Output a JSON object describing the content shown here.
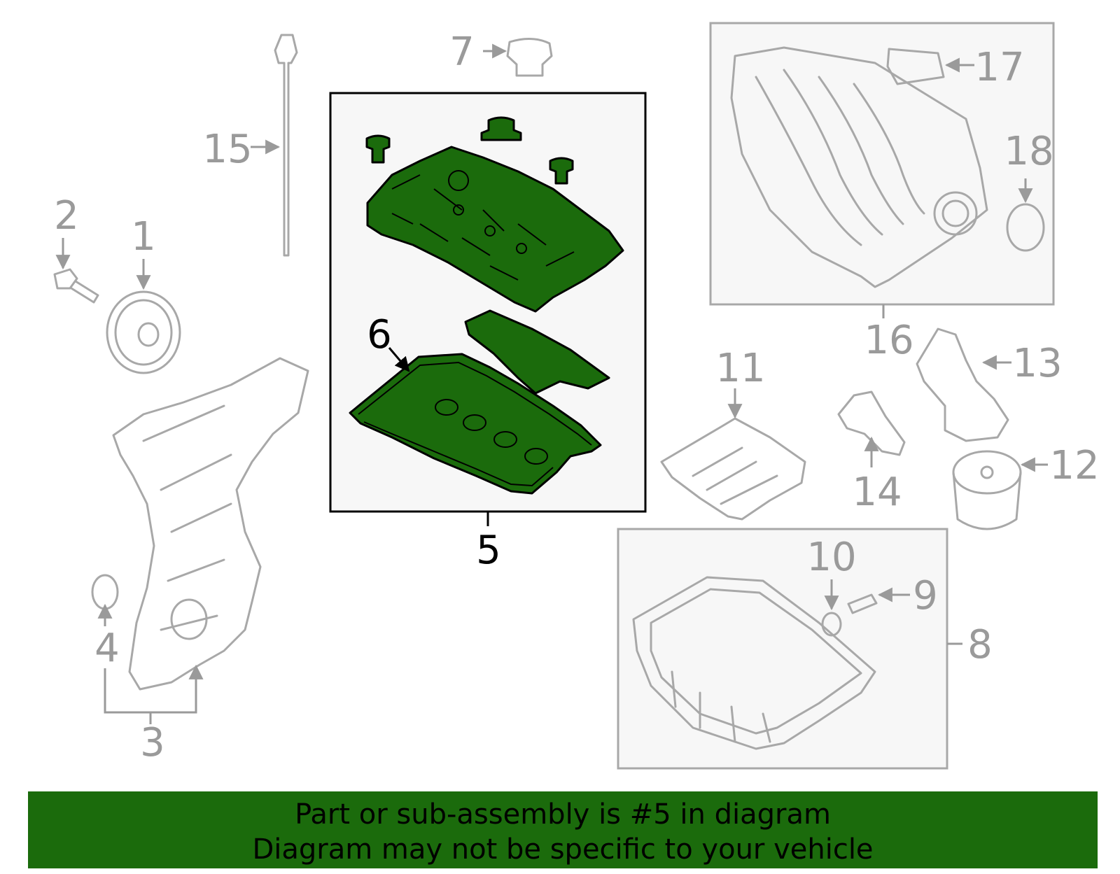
{
  "highlight_color": "#1b6b0c",
  "callouts": {
    "c1": "1",
    "c2": "2",
    "c3": "3",
    "c4": "4",
    "c5": "5",
    "c6": "6",
    "c7": "7",
    "c8": "8",
    "c9": "9",
    "c10": "10",
    "c11": "11",
    "c12": "12",
    "c13": "13",
    "c14": "14",
    "c15": "15",
    "c16": "16",
    "c17": "17",
    "c18": "18"
  },
  "banner": {
    "line1": "Part or sub-assembly is #5 in diagram",
    "line2": "Diagram may not be specific to your vehicle"
  }
}
